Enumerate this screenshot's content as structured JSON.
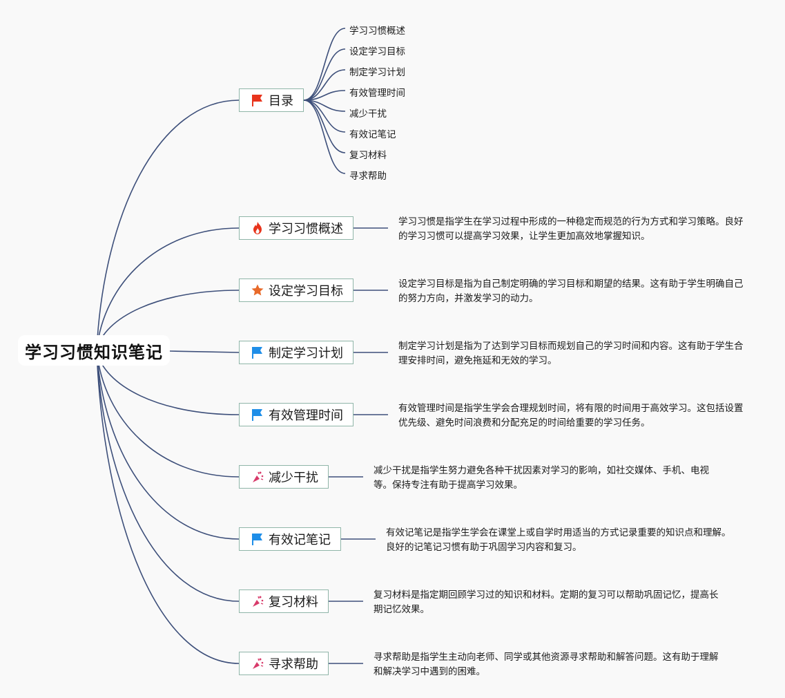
{
  "title": "学习习惯知识笔记",
  "toc": {
    "label": "目录",
    "items": [
      "学习习惯概述",
      "设定学习目标",
      "制定学习计划",
      "有效管理时间",
      "减少干扰",
      "有效记笔记",
      "复习材料",
      "寻求帮助"
    ]
  },
  "branches": [
    {
      "label": "学习习惯概述",
      "icon": "fire-icon",
      "desc": "学习习惯是指学生在学习过程中形成的一种稳定而规范的行为方式和学习策略。良好的学习习惯可以提高学习效果，让学生更加高效地掌握知识。"
    },
    {
      "label": "设定学习目标",
      "icon": "star-icon",
      "desc": "设定学习目标是指为自己制定明确的学习目标和期望的结果。这有助于学生明确自己的努力方向，并激发学习的动力。"
    },
    {
      "label": "制定学习计划",
      "icon": "flag-icon",
      "desc": "制定学习计划是指为了达到学习目标而规划自己的学习时间和内容。这有助于学生合理安排时间，避免拖延和无效的学习。"
    },
    {
      "label": "有效管理时间",
      "icon": "flag-icon",
      "desc": "有效管理时间是指学生学会合理规划时间，将有限的时间用于高效学习。这包括设置优先级、避免时间浪费和分配充足的时间给重要的学习任务。"
    },
    {
      "label": "减少干扰",
      "icon": "party-icon",
      "desc": "减少干扰是指学生努力避免各种干扰因素对学习的影响，如社交媒体、手机、电视等。保持专注有助于提高学习效果。"
    },
    {
      "label": "有效记笔记",
      "icon": "flag-icon",
      "desc": "有效记笔记是指学生学会在课堂上或自学时用适当的方式记录重要的知识点和理解。良好的记笔记习惯有助于巩固学习内容和复习。"
    },
    {
      "label": "复习材料",
      "icon": "party-icon",
      "desc": "复习材料是指定期回顾学习过的知识和材料。定期的复习可以帮助巩固记忆，提高长期记忆效果。"
    },
    {
      "label": "寻求帮助",
      "icon": "party-icon",
      "desc": "寻求帮助是指学生主动向老师、同学或其他资源寻求帮助和解答问题。这有助于理解和解决学习中遇到的困难。"
    }
  ],
  "colors": {
    "line": "#3d4f7a",
    "border": "#8fb5a8",
    "flag_red": "#e8341c",
    "flag_blue": "#1e8ee8",
    "star": "#e86a2a",
    "fire": "#e8341c",
    "party": "#d83a6a"
  }
}
